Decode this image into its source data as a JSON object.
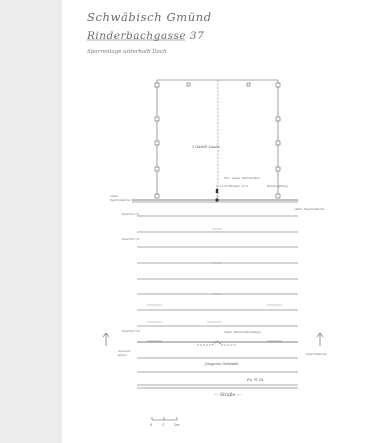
{
  "document": {
    "title_line1": "Schwäbisch Gmünd",
    "title_line2": "Rinderbachgasse 37",
    "title_line3": "Sparrenlage unterhalb Dach",
    "annotations": {
      "room_label": "1 Gabel) Laube",
      "opening_note": "Fur : ehem. Wandbalken",
      "opening_note_2": "zu 25 Hiebstl. 15 d",
      "wall_opening": "Wandoeffnung",
      "left_rafter_label": "ehem. Sparrenstiche",
      "right_rafter_label": "ehem. Sparrenstiche",
      "sparren_1": "Sparren 7/1",
      "sparren_2": "Sparren 7/2",
      "sparren_3": "Sparren 7/3",
      "lower_wall_note": "ehem. Wandbalkeninlage",
      "left_lower_label": "Sparren-stiche",
      "right_lower_label": "Sparrenstiche",
      "building_label": "Jüngeres Gebäude",
      "floor_label": "Fu. N. St.",
      "street_label": "— Straße —",
      "scale_0": "0",
      "scale_1": "1",
      "scale_2": "2m"
    }
  }
}
